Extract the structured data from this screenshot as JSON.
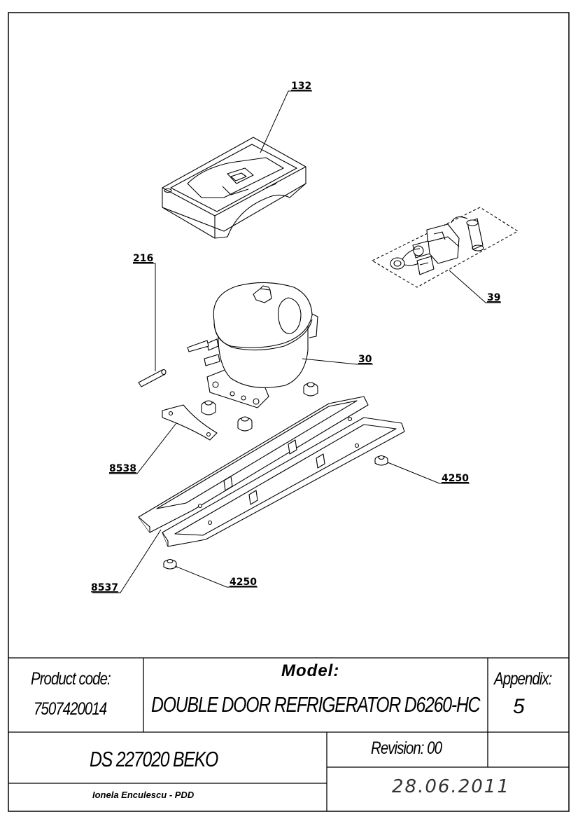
{
  "callouts": {
    "c132": "132",
    "c216": "216",
    "c39": "39",
    "c30": "30",
    "c8538": "8538",
    "c4250a": "4250",
    "c8537": "8537",
    "c4250b": "4250"
  },
  "title_block": {
    "product_code_label": "Product code:",
    "product_code": "7507420014",
    "model_label": "Model:",
    "model": "DOUBLE DOOR REFRIGERATOR D6260-HC",
    "appendix_label": "Appendix:",
    "appendix": "5",
    "ds_code": "DS 227020 BEKO",
    "revision": "Revision: 00",
    "author": "Ionela Enculescu - PDD",
    "date": "28.06.2011"
  }
}
